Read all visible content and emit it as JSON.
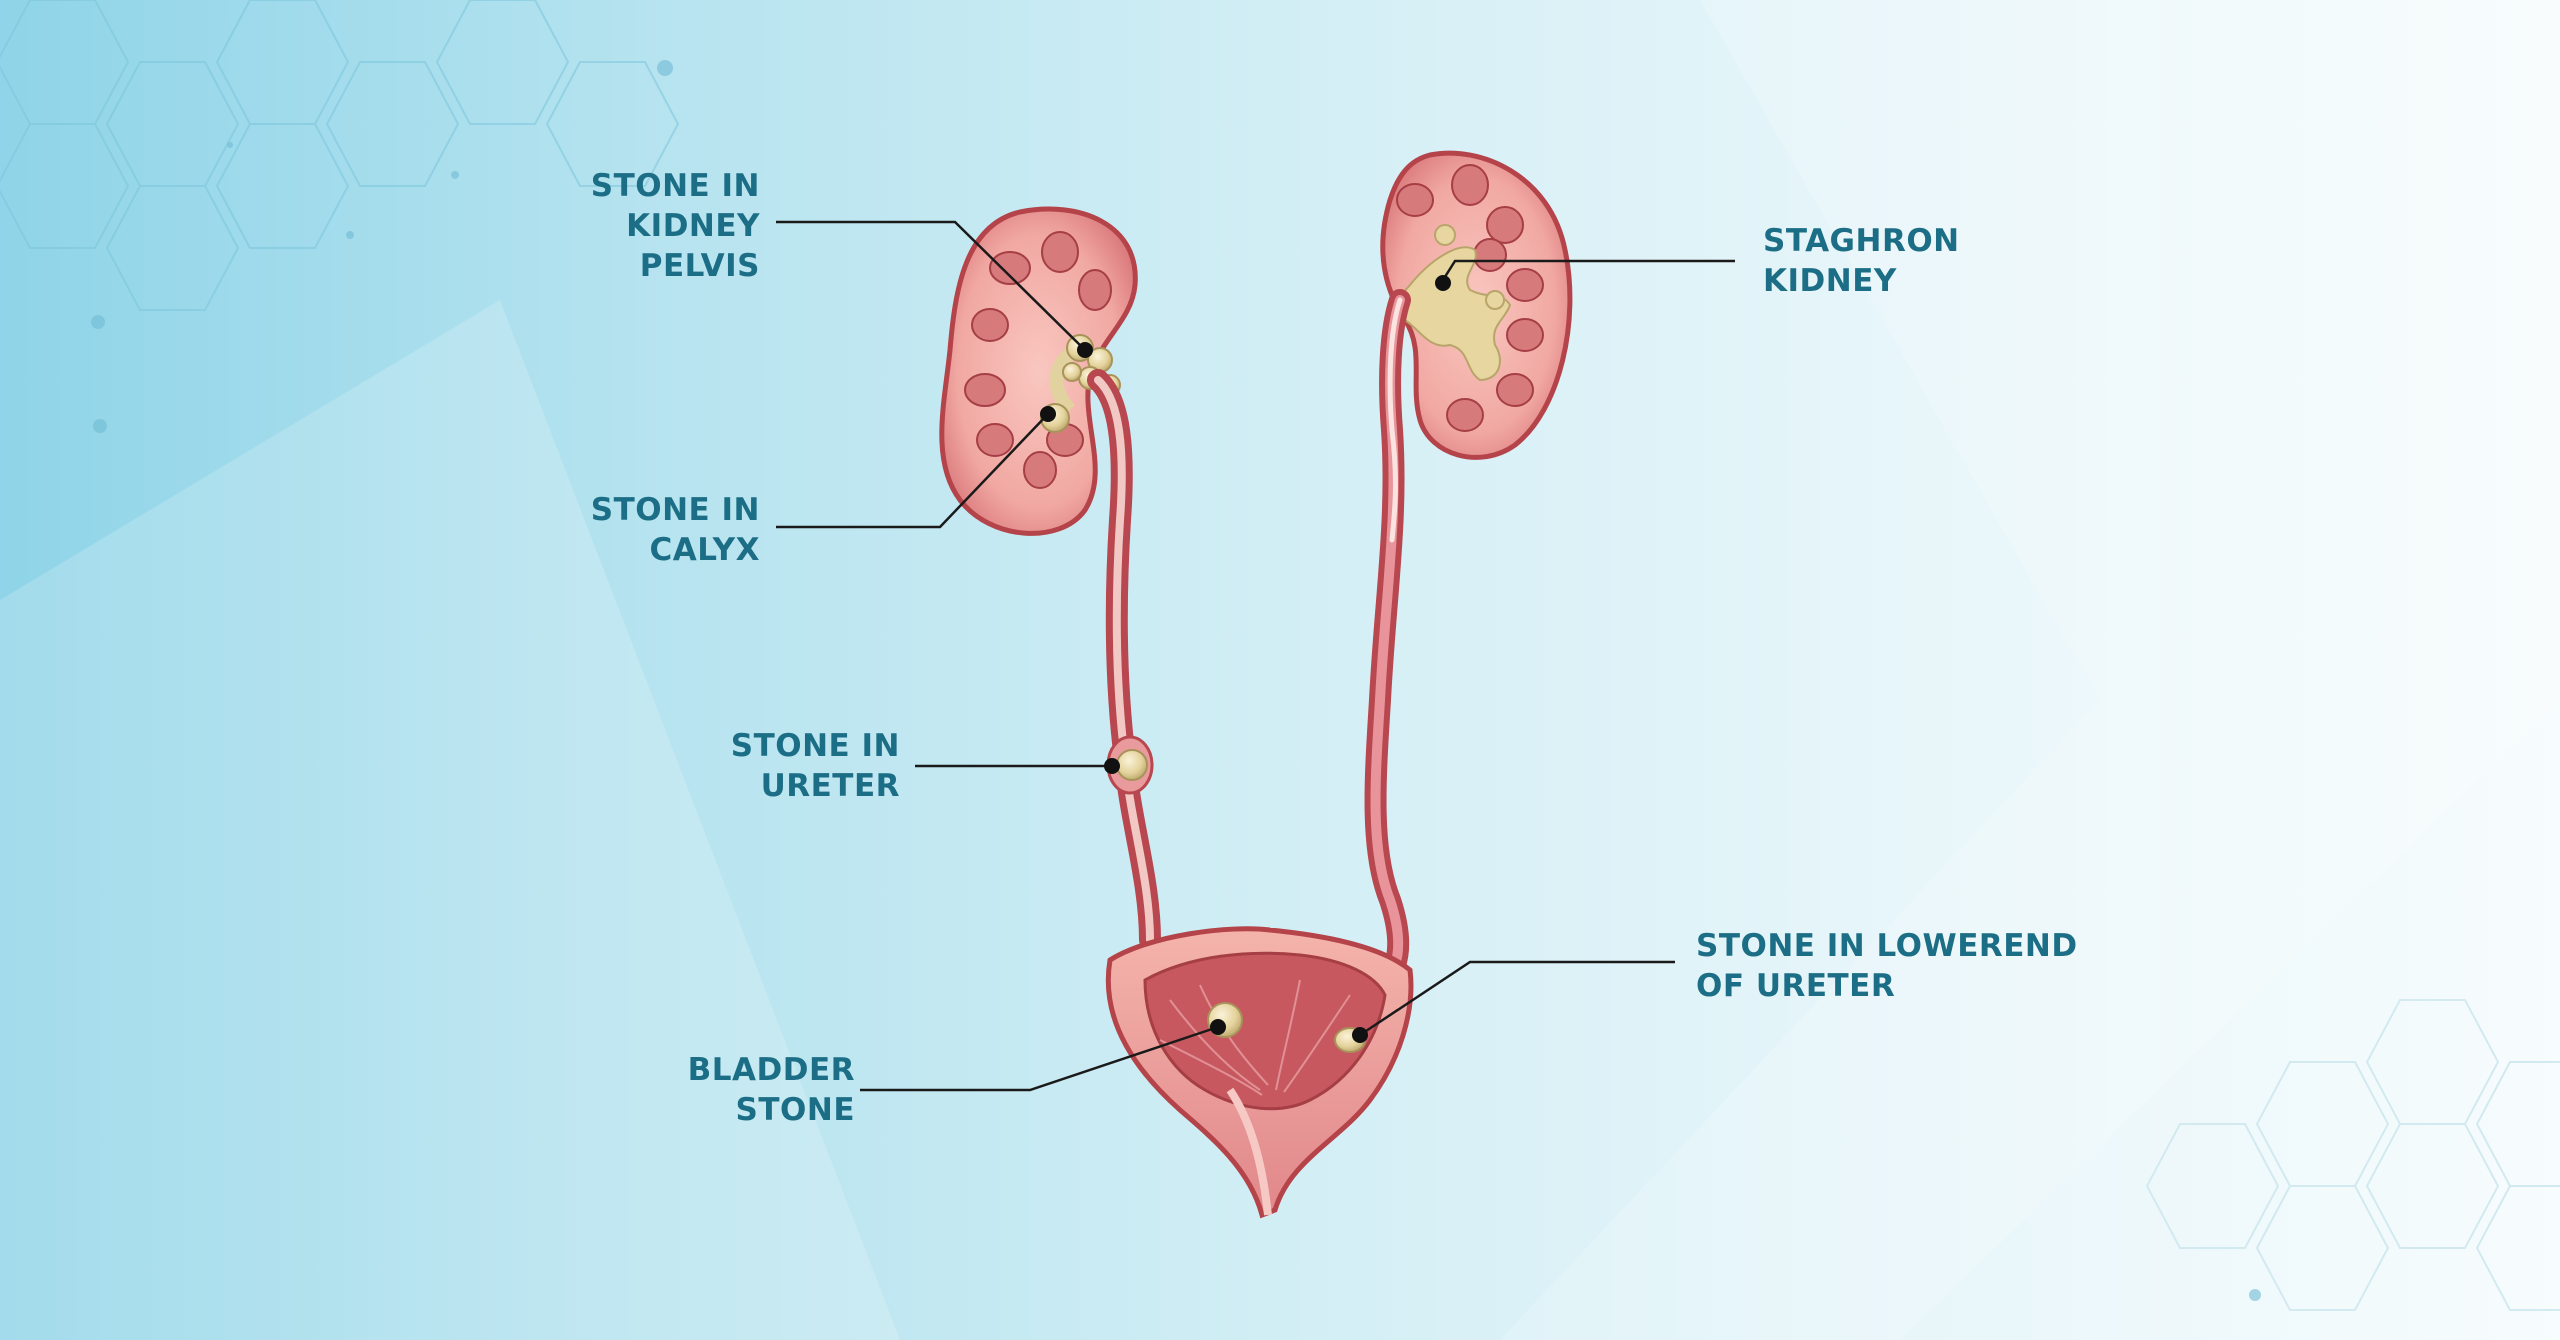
{
  "labels": {
    "stone_in_kidney_pelvis": [
      "STONE IN",
      "KIDNEY",
      "PELVIS"
    ],
    "stone_in_calyx": [
      "STONE IN",
      "CALYX"
    ],
    "stone_in_ureter": [
      "STONE IN",
      "URETER"
    ],
    "bladder_stone": [
      "BLADDER",
      "STONE"
    ],
    "staghron_kidney": [
      "STAGHRON",
      "KIDNEY"
    ],
    "stone_in_lowerend_of_ureter": [
      "STONE IN LOWEREND",
      "OF URETER"
    ]
  },
  "colors": {
    "label_text": "#1b6e85",
    "leader_line": "#1a1a1a",
    "kidney_tissue": "#f2a9a4",
    "kidney_outline": "#b5434a",
    "stone": "#e8d9a6"
  }
}
